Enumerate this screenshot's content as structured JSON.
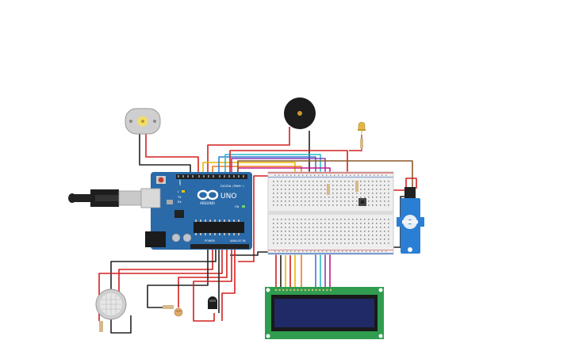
{
  "arduino": {
    "brand": "UNO",
    "maker": "ARDUINO",
    "digital_header": "DIGITAL (PWM~)",
    "power_label": "POWER",
    "analog_label": "ANALOG IN",
    "aref_label": "AREF",
    "gnd_label": "GND",
    "tx_label": "TX",
    "rx_label": "RX",
    "l_label": "L",
    "on_label": "ON"
  },
  "colors": {
    "board": "#2a6aa8",
    "lcd_pcb": "#2f9c4f",
    "lcd_screen": "#1f2a66",
    "servo": "#2a7fd4",
    "wire_red": "#d42020",
    "wire_black": "#222222",
    "wire_yellow": "#e6b800",
    "wire_orange": "#ef7a1a",
    "wire_blue": "#2f7fd6",
    "wire_cyan": "#2bb7c9",
    "wire_purple": "#8a3fb5",
    "wire_magenta": "#c2188a",
    "wire_brown": "#8a5a2b"
  },
  "components": {
    "usb_cable": "usb-cable",
    "dc_motor": "dc-motor",
    "piezo_buzzer": "piezo-buzzer",
    "led": "led",
    "breadboard": "breadboard",
    "servo": "micro-servo",
    "lcd": "lcd-16x2",
    "gas_sensor": "gas-sensor",
    "photoresistor": "photoresistor",
    "temperature_sensor": "temperature-sensor",
    "pushbutton": "pushbutton"
  }
}
